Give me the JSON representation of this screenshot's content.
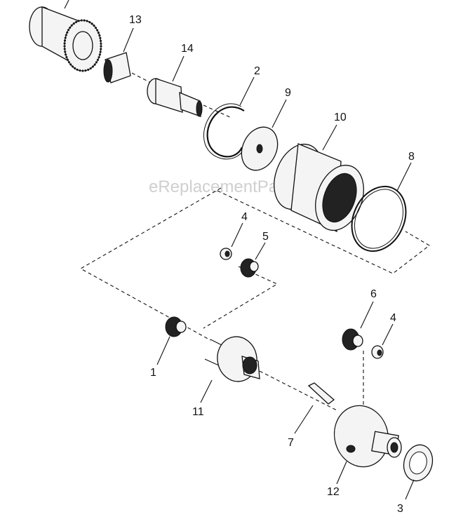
{
  "watermark": "eReplacementParts.com",
  "callouts": [
    {
      "id": "c13",
      "text": "13"
    },
    {
      "id": "c14",
      "text": "14"
    },
    {
      "id": "c2",
      "text": "2"
    },
    {
      "id": "c9",
      "text": "9"
    },
    {
      "id": "c10",
      "text": "10"
    },
    {
      "id": "c8",
      "text": "8"
    },
    {
      "id": "c4a",
      "text": "4"
    },
    {
      "id": "c5",
      "text": "5"
    },
    {
      "id": "c6",
      "text": "6"
    },
    {
      "id": "c4b",
      "text": "4"
    },
    {
      "id": "c1",
      "text": "1"
    },
    {
      "id": "c11",
      "text": "11"
    },
    {
      "id": "c7",
      "text": "7"
    },
    {
      "id": "c12",
      "text": "12"
    },
    {
      "id": "c3",
      "text": "3"
    }
  ]
}
